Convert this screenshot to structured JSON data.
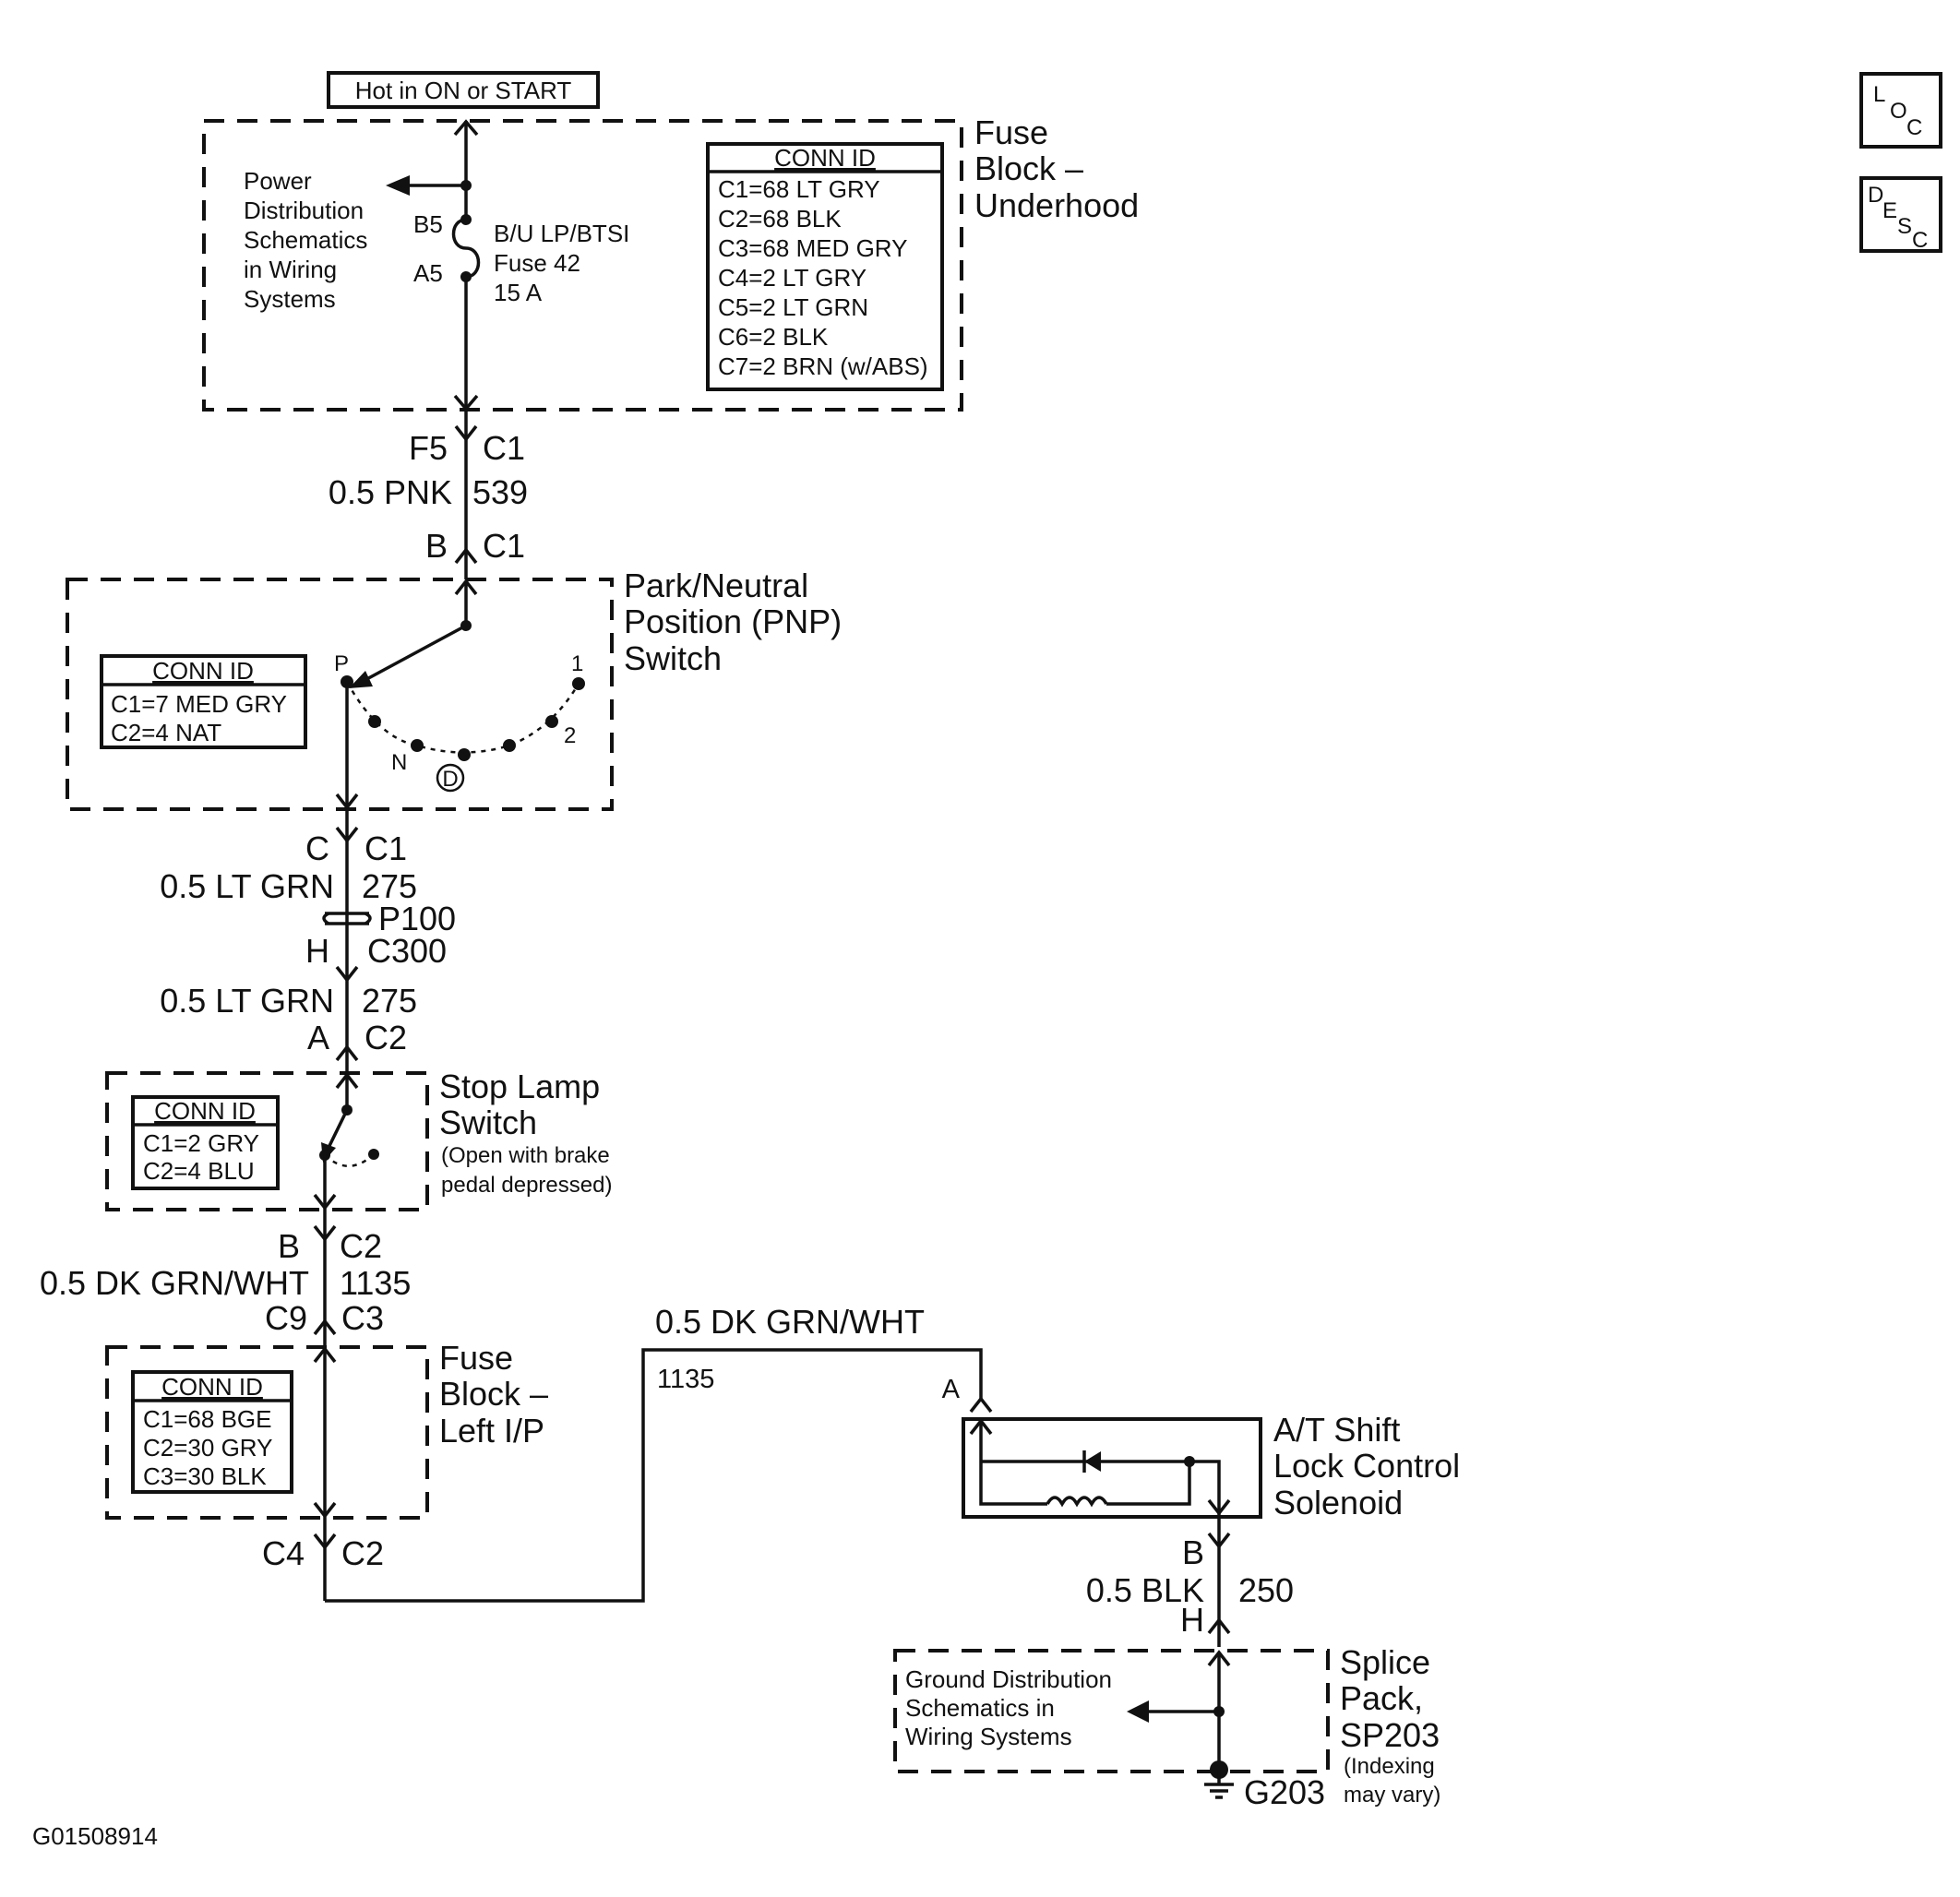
{
  "header": {
    "label": "Hot in ON or START"
  },
  "icons": {
    "loc": {
      "l1": "L",
      "l2": "O",
      "l3": "C"
    },
    "desc": {
      "l1": "D",
      "l2": "E",
      "l3": "S",
      "l4": "C"
    }
  },
  "fuse_block_underhood": {
    "title": [
      "Fuse",
      "Block –",
      "Underhood"
    ],
    "side_note": [
      "Power",
      "Distribution",
      "Schematics",
      "in Wiring",
      "Systems"
    ],
    "pin_top": "B5",
    "pin_bottom": "A5",
    "fuse_label": [
      "B/U LP/BTSI",
      "Fuse 42",
      "15 A"
    ],
    "conn_id": {
      "title": "CONN ID",
      "rows": [
        "C1=68 LT GRY",
        "C2=68 BLK",
        "C3=68 MED GRY",
        "C4=2 LT GRY",
        "C5=2 LT GRN",
        "C6=2 BLK",
        "C7=2 BRN (w/ABS)"
      ]
    }
  },
  "wire1": {
    "top_pin": "F5",
    "top_conn": "C1",
    "gauge_color": "0.5 PNK",
    "circuit": "539",
    "bottom_pin": "B",
    "bottom_conn": "C1"
  },
  "pnp_switch": {
    "title": [
      "Park/Neutral",
      "Position (PNP)",
      "Switch"
    ],
    "conn_id": {
      "title": "CONN ID",
      "rows": [
        "C1=7 MED GRY",
        "C2=4 NAT"
      ]
    },
    "positions": {
      "p": "P",
      "n": "N",
      "d": "D",
      "two": "2",
      "one": "1"
    }
  },
  "wire2": {
    "top_pin": "C",
    "top_conn": "C1",
    "gauge_color": "0.5 LT GRN",
    "circuit": "275",
    "passthrough": "P100",
    "mid_pin": "H",
    "mid_conn": "C300",
    "gauge_color_2": "0.5 LT GRN",
    "circuit_2": "275",
    "bottom_pin": "A",
    "bottom_conn": "C2"
  },
  "stop_lamp_switch": {
    "title": [
      "Stop Lamp",
      "Switch"
    ],
    "note": [
      "(Open with brake",
      "pedal depressed)"
    ],
    "conn_id": {
      "title": "CONN ID",
      "rows": [
        "C1=2 GRY",
        "C2=4 BLU"
      ]
    }
  },
  "wire3": {
    "top_pin": "B",
    "top_conn": "C2",
    "gauge_color": "0.5 DK GRN/WHT",
    "circuit": "1135",
    "bottom_pin": "C9",
    "bottom_conn": "C3"
  },
  "fuse_block_left": {
    "title": [
      "Fuse",
      "Block –",
      "Left I/P"
    ],
    "conn_id": {
      "title": "CONN ID",
      "rows": [
        "C1=68 BGE",
        "C2=30 GRY",
        "C3=30 BLK"
      ]
    },
    "bottom_pin": "C4",
    "bottom_conn": "C2"
  },
  "wire4": {
    "gauge_color": "0.5 DK GRN/WHT",
    "circuit": "1135",
    "pin": "A"
  },
  "solenoid": {
    "title": [
      "A/T Shift",
      "Lock Control",
      "Solenoid"
    ]
  },
  "wire5": {
    "top_pin": "B",
    "gauge_color": "0.5 BLK",
    "circuit": "250",
    "bottom_pin": "H"
  },
  "splice_pack": {
    "title": [
      "Splice",
      "Pack,",
      "SP203"
    ],
    "note": [
      "(Indexing",
      "may vary)"
    ],
    "side_note": [
      "Ground Distribution",
      "Schematics in",
      "Wiring Systems"
    ],
    "ground": "G203"
  },
  "figure_id": "G01508914"
}
